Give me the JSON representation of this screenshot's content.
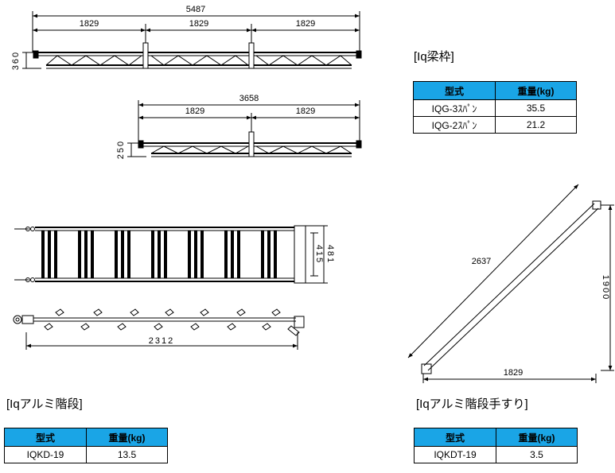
{
  "girder": {
    "title": "[Iq梁枠]",
    "overall_3span": "5487",
    "span": "1829",
    "height_3span": "360",
    "overall_2span": "3658",
    "height_2span": "250",
    "table": {
      "headers": [
        "型式",
        "重量(kg)"
      ],
      "rows": [
        [
          "IQG-3ｽﾊﾟﾝ",
          "35.5"
        ],
        [
          "IQG-2ｽﾊﾟﾝ",
          "21.2"
        ]
      ]
    }
  },
  "stair": {
    "title": "[Iqアルミ階段]",
    "length": "2312",
    "width_inner": "415",
    "width_outer": "481",
    "table": {
      "headers": [
        "型式",
        "重量(kg)"
      ],
      "rows": [
        [
          "IQKD-19",
          "13.5"
        ]
      ]
    }
  },
  "handrail": {
    "title": "[Iqアルミ階段手すり]",
    "length": "2637",
    "height": "1900",
    "base": "1829",
    "table": {
      "headers": [
        "型式",
        "重量(kg)"
      ],
      "rows": [
        [
          "IQKDT-19",
          "3.5"
        ]
      ]
    }
  }
}
